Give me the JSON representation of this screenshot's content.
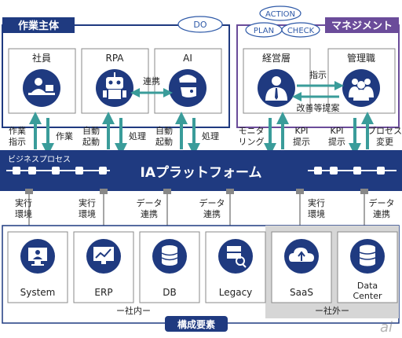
{
  "top": {
    "sagyo_label": "作業主体",
    "mgmt_label": "マネジメント",
    "do_label": "DO",
    "action_label": "ACTION",
    "plan_label": "PLAN",
    "check_label": "CHECK"
  },
  "actors": {
    "shain": "社員",
    "rpa": "RPA",
    "ai": "AI",
    "keieiso": "経営層",
    "kanrishoku": "管理職"
  },
  "links": {
    "renkei": "連携",
    "shiji": "指示",
    "kaizen": "改善等提案"
  },
  "flows": {
    "sagyo_shiji_1": "作業",
    "sagyo_shiji_2": "指示",
    "sagyo": "作業",
    "jido_kido_1": "自動",
    "jido_kido_2": "起動",
    "shori": "処理",
    "monitoring_1": "モニタ",
    "monitoring_2": "リング",
    "kpi_1": "KPI",
    "kpi_2": "提示",
    "process_1": "プロセス",
    "process_2": "変更"
  },
  "platform": {
    "business_process": "ビジネスプロセス",
    "title": "IAプラットフォーム"
  },
  "connections": {
    "jikko_1": "実行",
    "jikko_2": "環境",
    "data_1": "データ",
    "data_2": "連携"
  },
  "components": {
    "system": "System",
    "erp": "ERP",
    "db": "DB",
    "legacy": "Legacy",
    "saas": "SaaS",
    "data_center_1": "Data",
    "data_center_2": "Center",
    "shanai": "ー社内ー",
    "shagai": "ー社外ー",
    "kosei_yoso": "構成要素"
  },
  "watermark": "ai",
  "colors": {
    "navy": "#1f3a80",
    "purple": "#6b4c9a",
    "teal": "#3a9c9a",
    "ellipse_blue": "#2f5aa8"
  }
}
